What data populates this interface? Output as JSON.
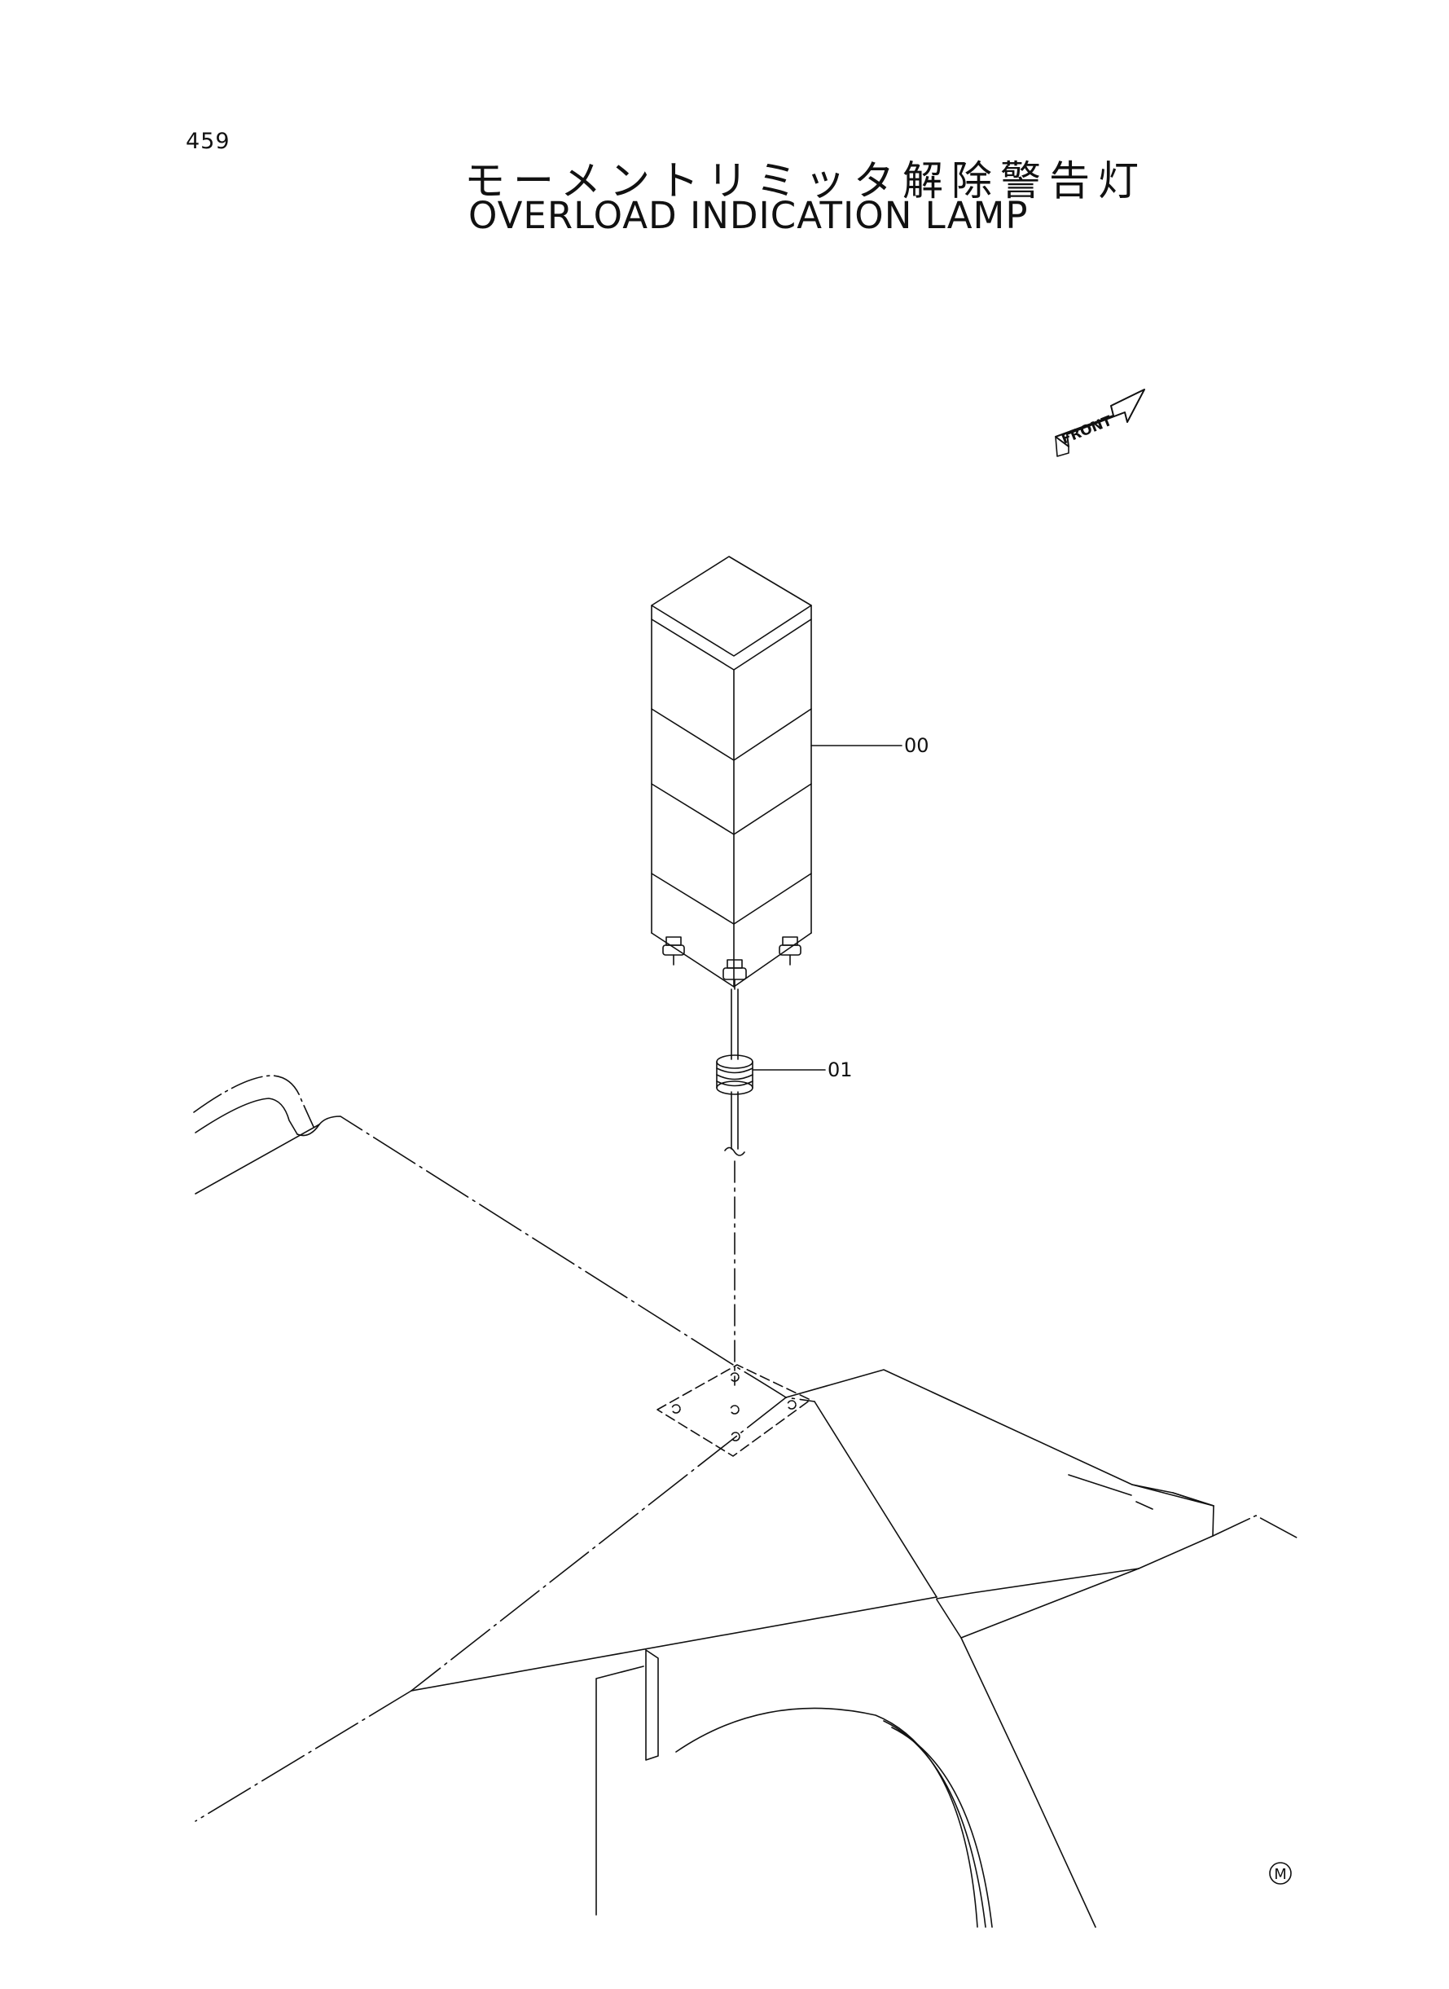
{
  "page": {
    "number": "459",
    "title_jp": "モーメントリミッタ解除警告灯",
    "title_en": "OVERLOAD INDICATION LAMP"
  },
  "orientation": {
    "front_label": "FRONT"
  },
  "parts": [
    {
      "callout": "00"
    },
    {
      "callout": "01"
    }
  ],
  "marks": {
    "corner_mark": "M"
  }
}
